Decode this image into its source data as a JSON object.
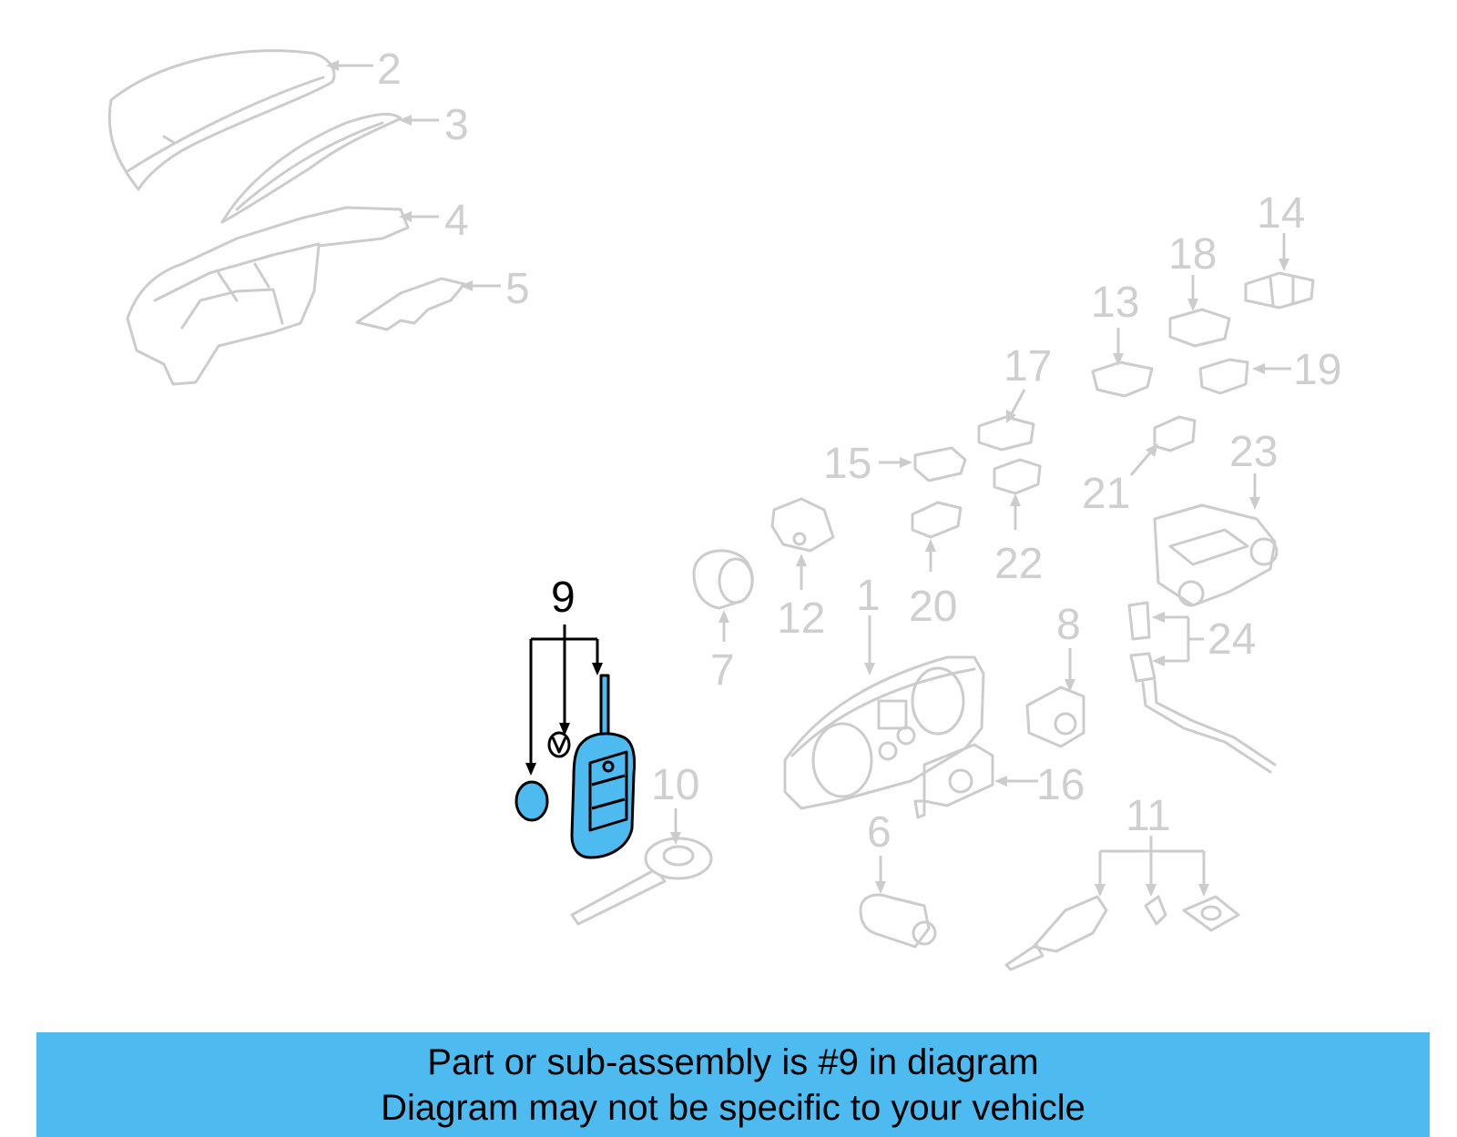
{
  "diagram": {
    "highlight_color": "#4dbbef",
    "highlighted_part": "9",
    "callouts": {
      "c1": "1",
      "c2": "2",
      "c3": "3",
      "c4": "4",
      "c5": "5",
      "c6": "6",
      "c7": "7",
      "c8": "8",
      "c9": "9",
      "c10": "10",
      "c11": "11",
      "c12": "12",
      "c13": "13",
      "c14": "14",
      "c15": "15",
      "c16": "16",
      "c17": "17",
      "c18": "18",
      "c19": "19",
      "c20": "20",
      "c21": "21",
      "c22": "22",
      "c23": "23",
      "c24": "24"
    }
  },
  "banner": {
    "line1": "Part or sub-assembly is #9 in diagram",
    "line2": "Diagram may not be specific to your vehicle",
    "background": "#4dbbef"
  }
}
